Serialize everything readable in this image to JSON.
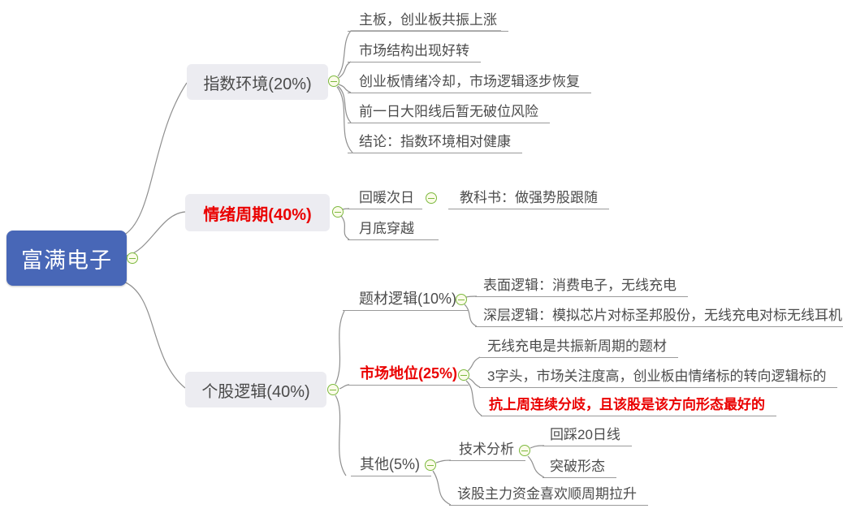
{
  "title": "富满电子 mind map",
  "colors": {
    "root_bg": "#4867b7",
    "root_text": "#ffffff",
    "branch_bg": "#ececf1",
    "text": "#4c4c4c",
    "accent_red": "#ea0000",
    "line": "#8f8f8f",
    "collapse_icon_border": "#7cb93e",
    "collapse_icon_fill": "#fbfbe9"
  },
  "icons": {
    "collapse": "minus-circle-icon"
  },
  "root": {
    "label": "富满电子"
  },
  "branch1": {
    "label": "指数环境(20%)",
    "leaves": [
      "主板，创业板共振上涨",
      "市场结构出现好转",
      "创业板情绪冷却，市场逻辑逐步恢复",
      "前一日大阳线后暂无破位风险",
      "结论：指数环境相对健康"
    ]
  },
  "branch2": {
    "label": "情绪周期(40%)",
    "sub1": {
      "label": "回暖次日",
      "child": "教科书：做强势股跟随"
    },
    "leaf2": "月底穿越"
  },
  "branch3": {
    "label": "个股逻辑(40%)",
    "sub1": {
      "label": "题材逻辑(10%)",
      "leaves": [
        "表面逻辑：消费电子，无线充电",
        "深层逻辑：模拟芯片对标圣邦股份，无线充电对标无线耳机"
      ]
    },
    "sub2": {
      "label": "市场地位(25%)",
      "leaves": [
        "无线充电是共振新周期的题材",
        "3字头，市场关注度高，创业板由情绪标的转向逻辑标的",
        "抗上周连续分歧，且该股是该方向形态最好的"
      ]
    },
    "sub3": {
      "label": "其他(5%)",
      "tech": {
        "label": "技术分析",
        "leaves": [
          "回踩20日线",
          "突破形态"
        ]
      },
      "leaf2": "该股主力资金喜欢顺周期拉升"
    }
  }
}
